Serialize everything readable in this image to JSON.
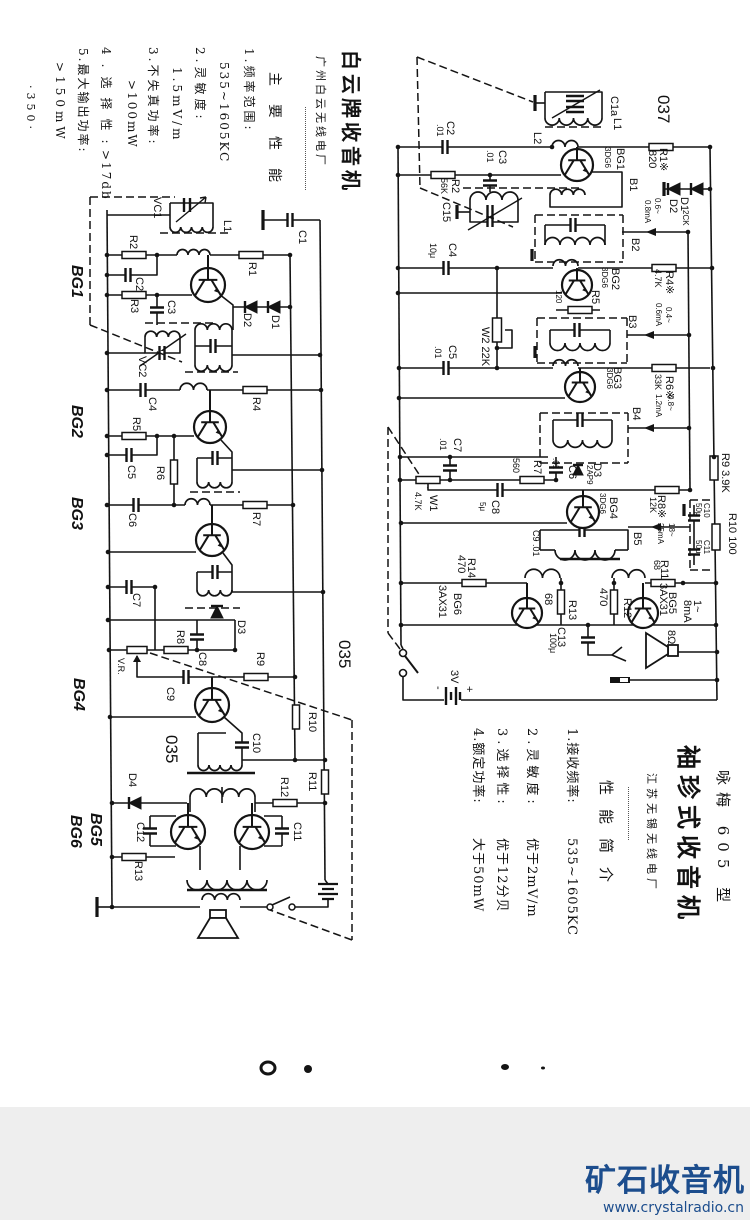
{
  "page": {
    "page_number": "·350·"
  },
  "left_radio": {
    "title": "白云牌收音机",
    "manufacturer": "广州白云无线电厂",
    "spec_heading": "主要性能",
    "specs": [
      {
        "label": "1.频率范围:",
        "value": "535~1605KC"
      },
      {
        "label": "2.灵敏度:",
        "value": "1.5mV/m"
      },
      {
        "label": "3.不失真功率:",
        "value": ">100mW"
      },
      {
        "label": "4.选择性:",
        "value": ">17db"
      },
      {
        "label": "5.最大输出功率:",
        "value": ">150mW"
      }
    ],
    "schematic": {
      "stages": {
        "bg1": "BG1",
        "bg2": "BG2",
        "bg3": "BG3",
        "bg4": "BG4",
        "bg5": "BG5",
        "bg6": "BG6"
      },
      "markers": {
        "upper": "035",
        "lower": "035"
      },
      "components": {
        "vc1": "VC1",
        "l1": "L1",
        "c1": "C1",
        "r1": "R1",
        "r2": "R2",
        "c2": "C2",
        "r3": "R3",
        "c3": "C3",
        "d1": "D1",
        "d2": "D2",
        "vc2": "VC2",
        "c4": "C4",
        "r4": "R4",
        "r5": "R5",
        "c5": "C5",
        "r6": "R6",
        "c6": "C6",
        "r7": "R7",
        "c7": "C7",
        "d3": "D3",
        "r8": "R8",
        "vr": "V.R.",
        "c8": "C8",
        "c9": "C9",
        "r9": "R9",
        "r10": "R10",
        "c10": "C10",
        "r11": "R11",
        "d4": "D4",
        "r12": "R12",
        "c12": "C12",
        "c11": "C11",
        "r13": "R13"
      }
    }
  },
  "right_radio": {
    "model": "咏梅 605 型",
    "title": "袖珍式收音机",
    "manufacturer": "江苏无锡无线电厂",
    "spec_heading": "性能简介",
    "specs": [
      {
        "label": "1.接收频率:",
        "value": "535~1605KC"
      },
      {
        "label": "2.灵敏度:",
        "value": "优于2mV/m"
      },
      {
        "label": "3.选择性:",
        "value": "优于12分贝"
      },
      {
        "label": "4.额定功率:",
        "value": "大于50mW"
      }
    ],
    "schematic": {
      "marker": "037",
      "c1a": "C1a",
      "l1": "L1",
      "l2": "L2",
      "c2": {
        "name": "C2",
        "value": ".01"
      },
      "r1": {
        "name": "R1※",
        "value": "820"
      },
      "bg1": {
        "name": "BG1",
        "type": "3DG6"
      },
      "c3": {
        "name": "C3",
        "value": ".01"
      },
      "r2": {
        "name": "R2",
        "value": "56K"
      },
      "c15": "C15",
      "b1": "B1",
      "d1": "D1",
      "d2": "D2",
      "d_type": "2CK",
      "i1": {
        "line1": "0.6~",
        "line2": "0.8mA"
      },
      "b2": "B2",
      "c4": {
        "name": "C4",
        "value": "10μ"
      },
      "bg2": {
        "name": "BG2",
        "type": "3DG6"
      },
      "r4": {
        "name": "R4※",
        "value": "4.7K"
      },
      "r5": {
        "name": "R5",
        "value": "120"
      },
      "i2": {
        "line1": "0.4~",
        "line2": "0.6mA"
      },
      "b3": "B3",
      "w2": "W2 22K",
      "c5": {
        "name": "C5",
        "value": ".01"
      },
      "bg3": {
        "name": "BG3",
        "type": "3DG6"
      },
      "r6": {
        "name": "R6※",
        "value": "33K"
      },
      "i3": {
        "line1": "0.8~",
        "line2": "1.2mA"
      },
      "b4": "B4",
      "c7": {
        "name": "C7",
        "value": ".01"
      },
      "r7": {
        "name": "R7",
        "value": "560"
      },
      "c6": {
        "name": "C6",
        "value": ".01"
      },
      "d3": {
        "name": "D3",
        "type": "2AP9"
      },
      "r9": "R9 3.9K",
      "w1": {
        "name": "W1",
        "value": "4.7K"
      },
      "c8": {
        "name": "C8",
        "value": "5μ"
      },
      "bg4": {
        "name": "BG4",
        "type": "3DG6"
      },
      "r8": {
        "name": "R8※",
        "value": "12K"
      },
      "b5": "B5",
      "i4": {
        "line1": "18~",
        "line2": "25mA"
      },
      "c9": "C9 .01",
      "c10": {
        "name": "C10",
        "value": "50μ"
      },
      "c11": {
        "name": "C11",
        "value": "50μ"
      },
      "r10": "R10 100",
      "r11": {
        "name": "R11",
        "value": "68"
      },
      "r14": {
        "name": "R14",
        "value": "470"
      },
      "bg6": {
        "name": "BG6",
        "type": "3AX31"
      },
      "r13": {
        "name": "R13",
        "value": "68"
      },
      "r12": {
        "name": "R12",
        "value": "470"
      },
      "bg5": {
        "name": "BG5",
        "type": "3AX31"
      },
      "i5": {
        "line1": "1~",
        "line2": "8mA"
      },
      "c13": {
        "name": "C13",
        "value": "100μ"
      },
      "speaker": "8Ω",
      "battery": {
        "voltage": "3V",
        "neg": "-",
        "pos": "+"
      }
    }
  },
  "watermark": {
    "logo": "矿石收音机",
    "url": "www.crystalradio.cn",
    "color": "#1c4d8d",
    "band_color": "#eeeeee"
  }
}
